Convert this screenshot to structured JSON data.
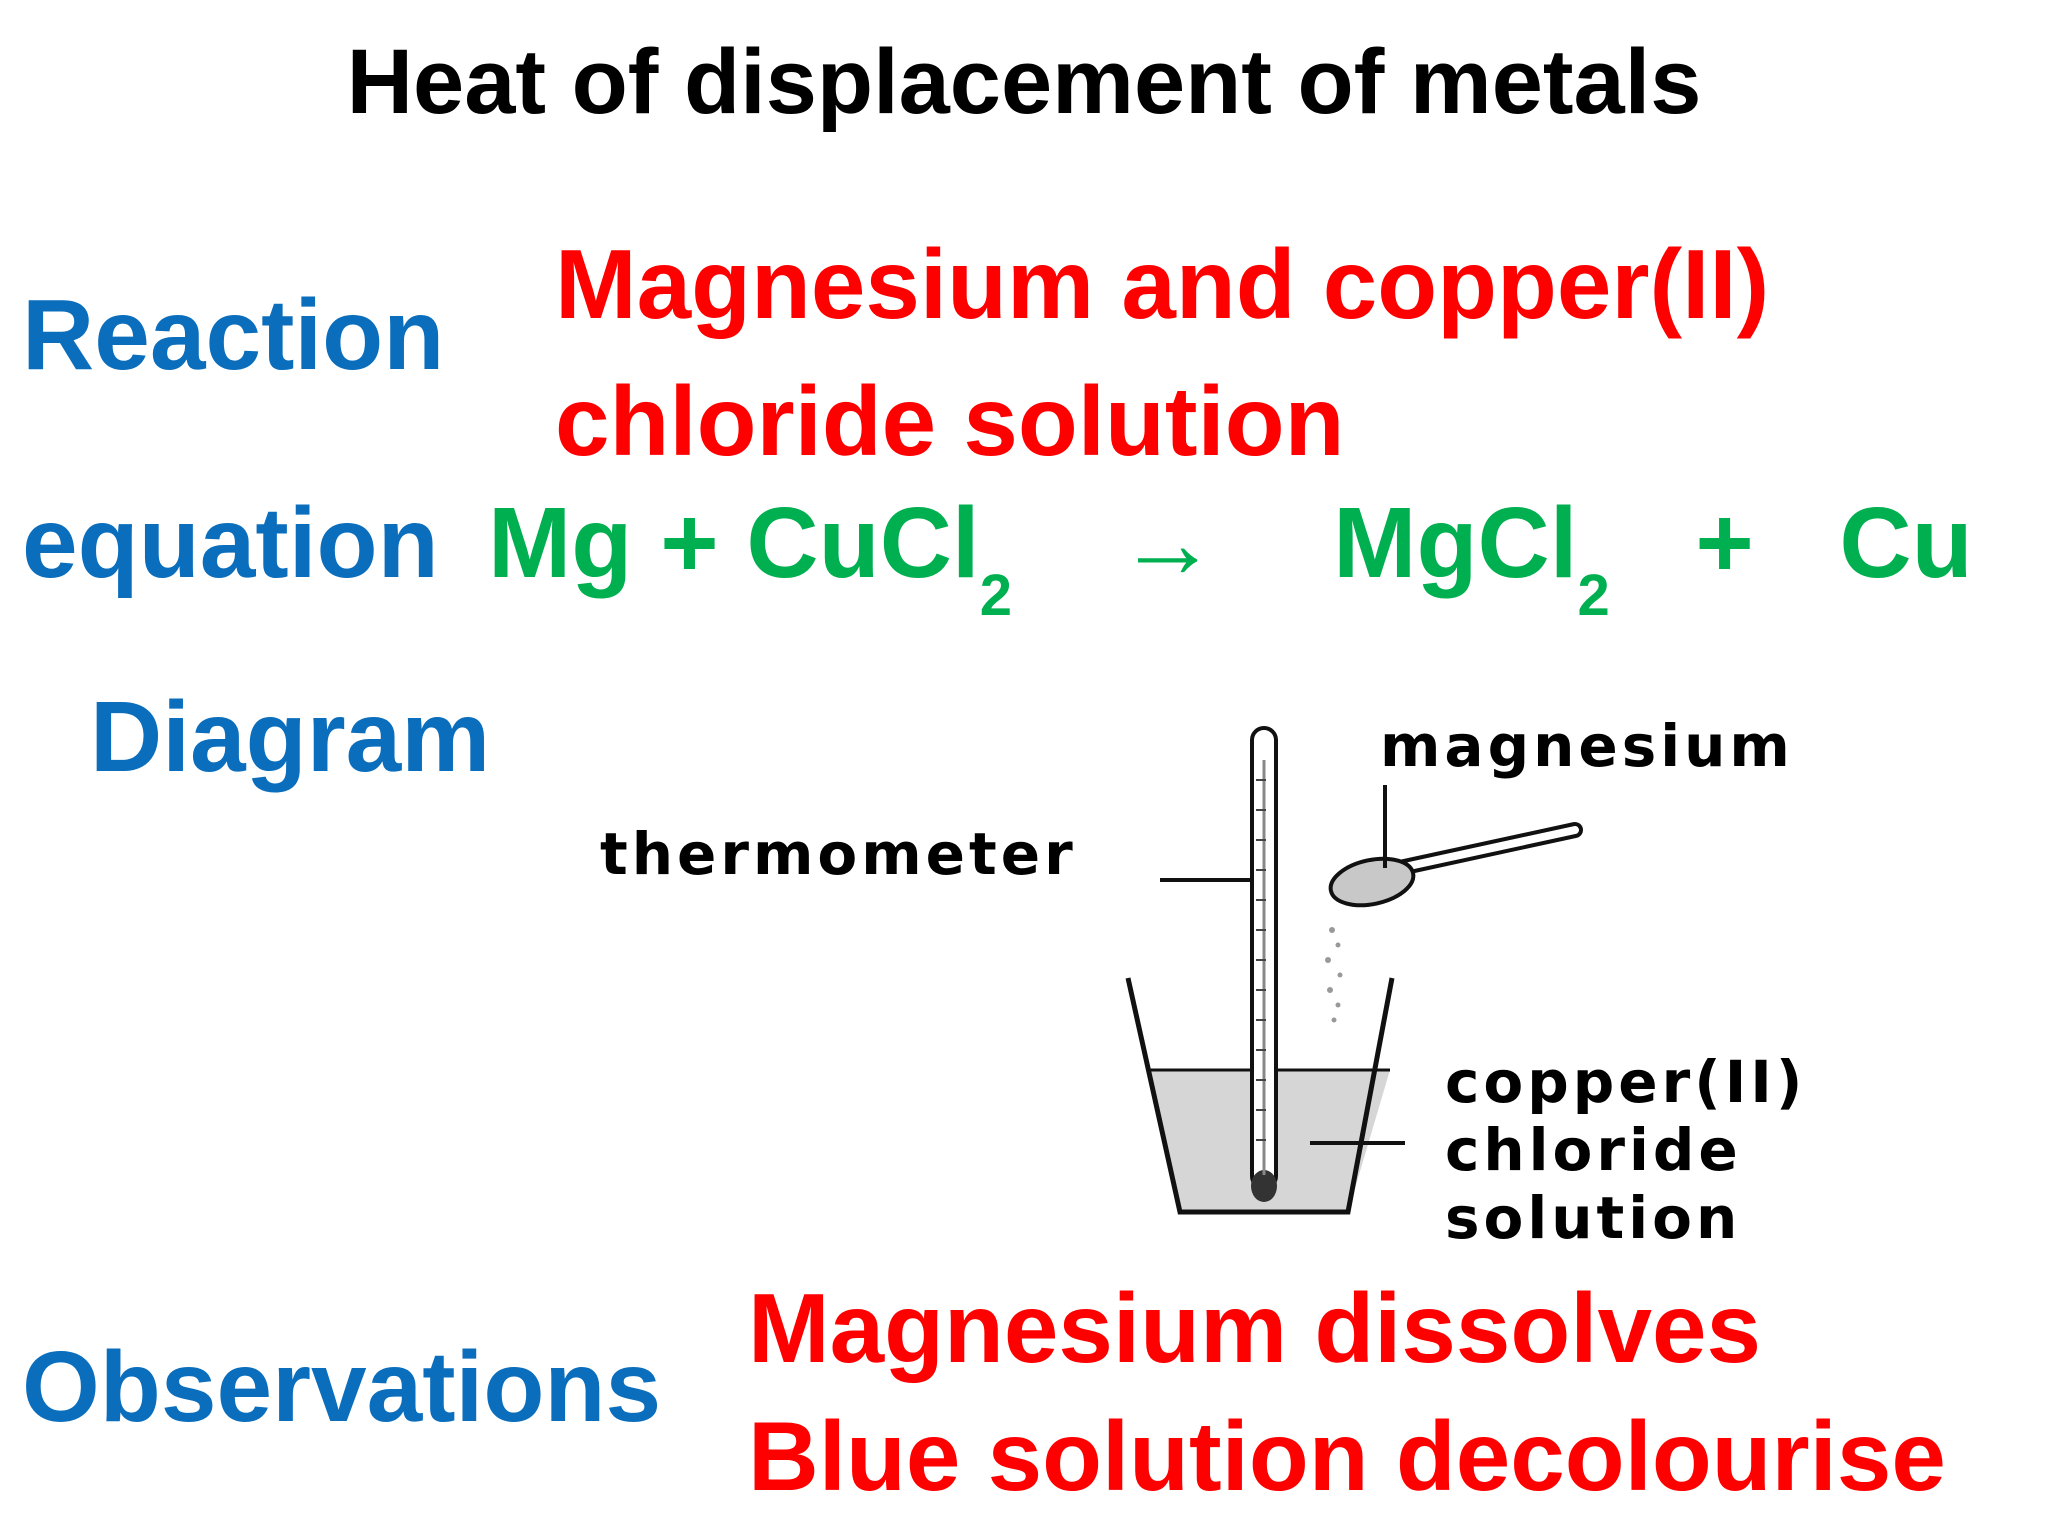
{
  "title": "Heat of displacement of metals",
  "labels": {
    "reaction": "Reaction",
    "equation": "equation",
    "diagram": "Diagram",
    "observations": "Observations"
  },
  "reaction_text": {
    "line1": "Magnesium and copper(II)",
    "line2": "chloride solution"
  },
  "equation": {
    "r1": "Mg",
    "plus1": "+",
    "r2": "CuCl",
    "r2_sub": "2",
    "arrow": "→",
    "p1": "MgCl",
    "p1_sub": "2",
    "plus2": "+",
    "p2": "Cu"
  },
  "diagram": {
    "thermometer_label": "thermometer",
    "magnesium_label": "magnesium",
    "solution_label_1": "copper(II)",
    "solution_label_2": "chloride",
    "solution_label_3": "solution"
  },
  "observations": {
    "line1": "Magnesium dissolves",
    "line2": "Blue solution decolourise"
  },
  "colors": {
    "label_blue": "#0a6ebd",
    "highlight_red": "#ff0000",
    "equation_green": "#00b050"
  }
}
